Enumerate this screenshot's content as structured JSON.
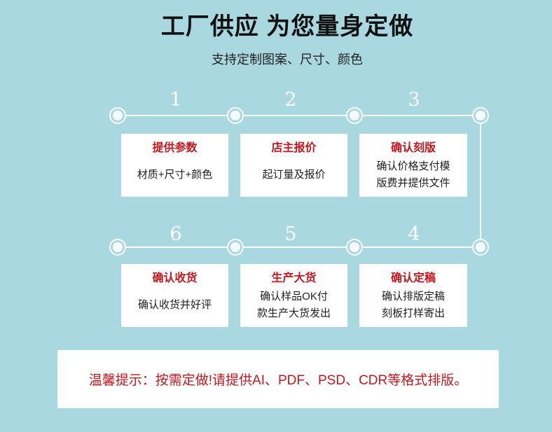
{
  "header": {
    "title": "工厂供应 为您量身定做",
    "subtitle": "支持定制图案、尺寸、颜色"
  },
  "steps": [
    {
      "number": "1",
      "title": "提供参数",
      "lines": [
        "材质+尺寸+颜色"
      ]
    },
    {
      "number": "2",
      "title": "店主报价",
      "lines": [
        "起订量及报价"
      ]
    },
    {
      "number": "3",
      "title": "确认刻版",
      "lines": [
        "确认价格支付模",
        "版费并提供文件"
      ]
    },
    {
      "number": "4",
      "title": "确认定稿",
      "lines": [
        "确认排版定稿",
        "刻板打样寄出"
      ]
    },
    {
      "number": "5",
      "title": "生产大货",
      "lines": [
        "确认样品OK付",
        "款生产大货发出"
      ]
    },
    {
      "number": "6",
      "title": "确认收货",
      "lines": [
        "确认收货并好评"
      ]
    }
  ],
  "notice": {
    "text": "温馨提示：按需定做!请提供AI、PDF、PSD、CDR等格式排版。"
  },
  "colors": {
    "background": "#aad8e0",
    "accent_red": "#c8161d",
    "card": "#ffffff",
    "connector": "#ffffff"
  }
}
